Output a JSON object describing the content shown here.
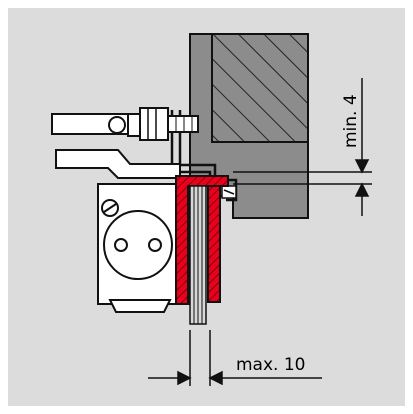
{
  "dimensions": {
    "min_gap_label": "min. 4",
    "max_width_label": "max. 10"
  },
  "colors": {
    "background": "#dcdcdc",
    "frame": "#ffffff",
    "wall_fill": "#8c8c8c",
    "hatch_fill": "#6e6e6e",
    "bracket_red": "#e8001c",
    "white_part": "#ffffff",
    "outline": "#111111"
  },
  "icons": {
    "dimension_arrow": "arrowhead",
    "screw": "slotted-screw-icon",
    "bolt": "bolt-icon"
  }
}
